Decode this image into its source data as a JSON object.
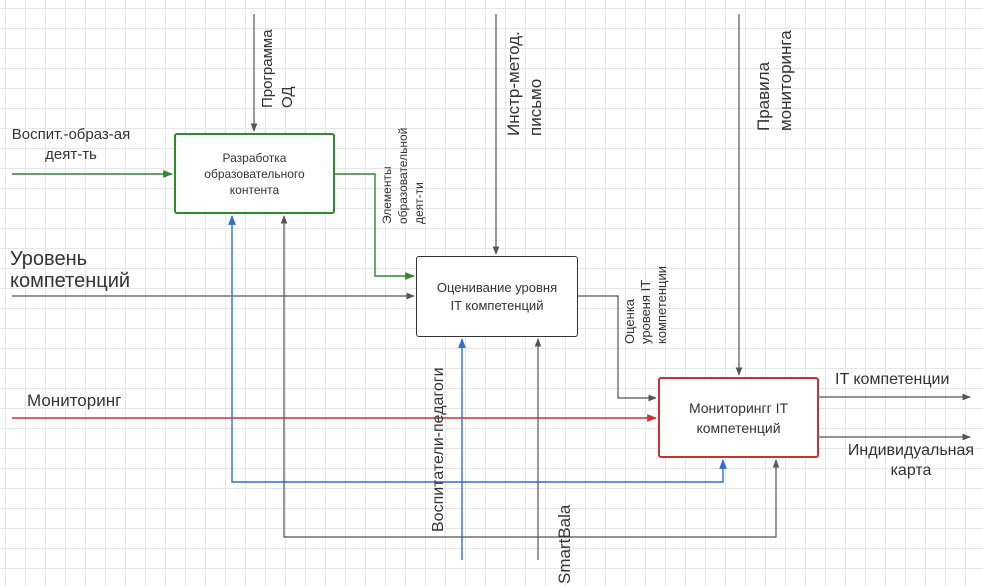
{
  "boxes": {
    "development": "Разработка\nобразовательного\nконтента",
    "assessment": "Оценивание уровня\nIT компетенций",
    "monitoring": "Мониторингг IT\nкомпетенций"
  },
  "inputs": {
    "activity": "Воспит.-образ-ая\nдеят-ть",
    "level": "Уровень\nкомпетенций",
    "monitoring": "Мониторинг"
  },
  "controls": {
    "program": "Программа\nОД",
    "instruction": "Инстр-метод.\nписьмо",
    "rules": "Правила\nмониторинга"
  },
  "mechanisms": {
    "teachers": "Воспитатели-педагоги",
    "smartbala": "SmartBala"
  },
  "intermediate": {
    "elements": "Элементы\nобразовательной\nдеят-ти",
    "evaluation": "Оценка\nуровеня IT\nкомпетенции"
  },
  "outputs": {
    "competencies": "IT компетенции",
    "card": "Индивидуальная\nкарта"
  },
  "colors": {
    "green": "#2d8a2d",
    "red": "#c83232",
    "blue": "#2f6fd0",
    "gray": "#555555"
  }
}
